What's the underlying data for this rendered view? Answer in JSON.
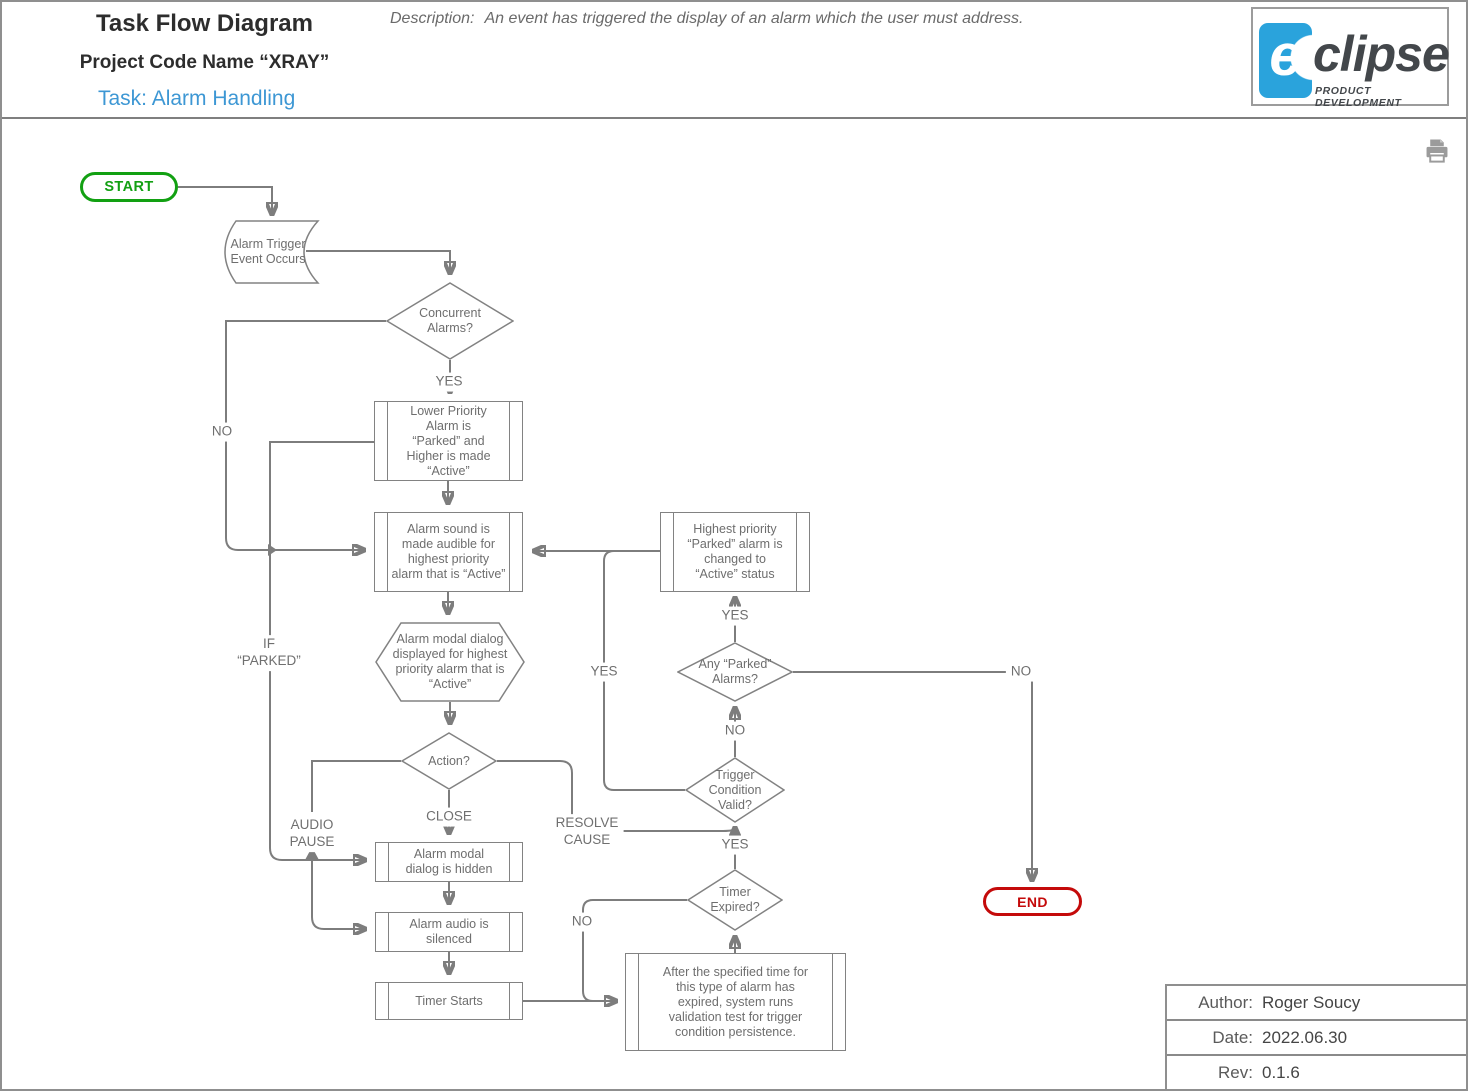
{
  "header": {
    "title": "Task Flow Diagram",
    "project_line": "Project Code Name  “XRAY”",
    "task": "Task: Alarm Handling",
    "description_label": "Description:",
    "description_text": "An event has triggered the display of an alarm which the user must address."
  },
  "logo": {
    "e": "e",
    "name_rest": "clipse",
    "tagline": "PRODUCT DEVELOPMENT"
  },
  "icons": {
    "print": "printer-icon"
  },
  "flowchart": {
    "nodes": {
      "start": "START",
      "trigger_event": "Alarm Trigger\nEvent Occurs",
      "concurrent": "Concurrent\nAlarms?",
      "lower_priority": "Lower Priority\nAlarm is\n“Parked” and\nHigher is made\n“Active”",
      "alarm_sound": "Alarm sound is\nmade audible for\nhighest priority\nalarm that is “Active”",
      "modal_displayed": "Alarm modal dialog\ndisplayed for highest\npriority alarm that is\n“Active”",
      "action": "Action?",
      "modal_hidden": "Alarm modal\ndialog is hidden",
      "audio_silenced": "Alarm audio is\nsilenced",
      "timer_starts": "Timer Starts",
      "after_time": "After the specified time for\nthis type of alarm has\nexpired, system runs\nvalidation test for trigger\ncondition persistence.",
      "timer_expired": "Timer\nExpired?",
      "trigger_valid": "Trigger\nCondition\nValid?",
      "any_parked": "Any “Parked”\nAlarms?",
      "highest_parked": "Highest priority\n“Parked” alarm is\nchanged to\n“Active” status",
      "end": "END"
    },
    "labels": {
      "concurrent_yes": "YES",
      "concurrent_no": "NO",
      "if_parked": "IF\n“PARKED”",
      "action_close": "CLOSE",
      "action_audio_pause": "AUDIO\nPAUSE",
      "action_resolve_cause": "RESOLVE\nCAUSE",
      "trigger_yes": "YES",
      "trigger_no": "NO",
      "timer_yes": "YES",
      "timer_no": "NO",
      "parked_yes": "YES",
      "parked_no": "NO"
    }
  },
  "info_box": {
    "rows": [
      {
        "label": "Author:",
        "value": "Roger Soucy"
      },
      {
        "label": "Date:",
        "value": "2022.06.30"
      },
      {
        "label": "Rev:",
        "value": "0.1.6"
      }
    ]
  },
  "colors": {
    "start_green": "#12a012",
    "end_red": "#c40a0a",
    "task_blue": "#3d97d4",
    "line_gray": "#7d7d7d",
    "logo_blue": "#2aa3dc"
  }
}
